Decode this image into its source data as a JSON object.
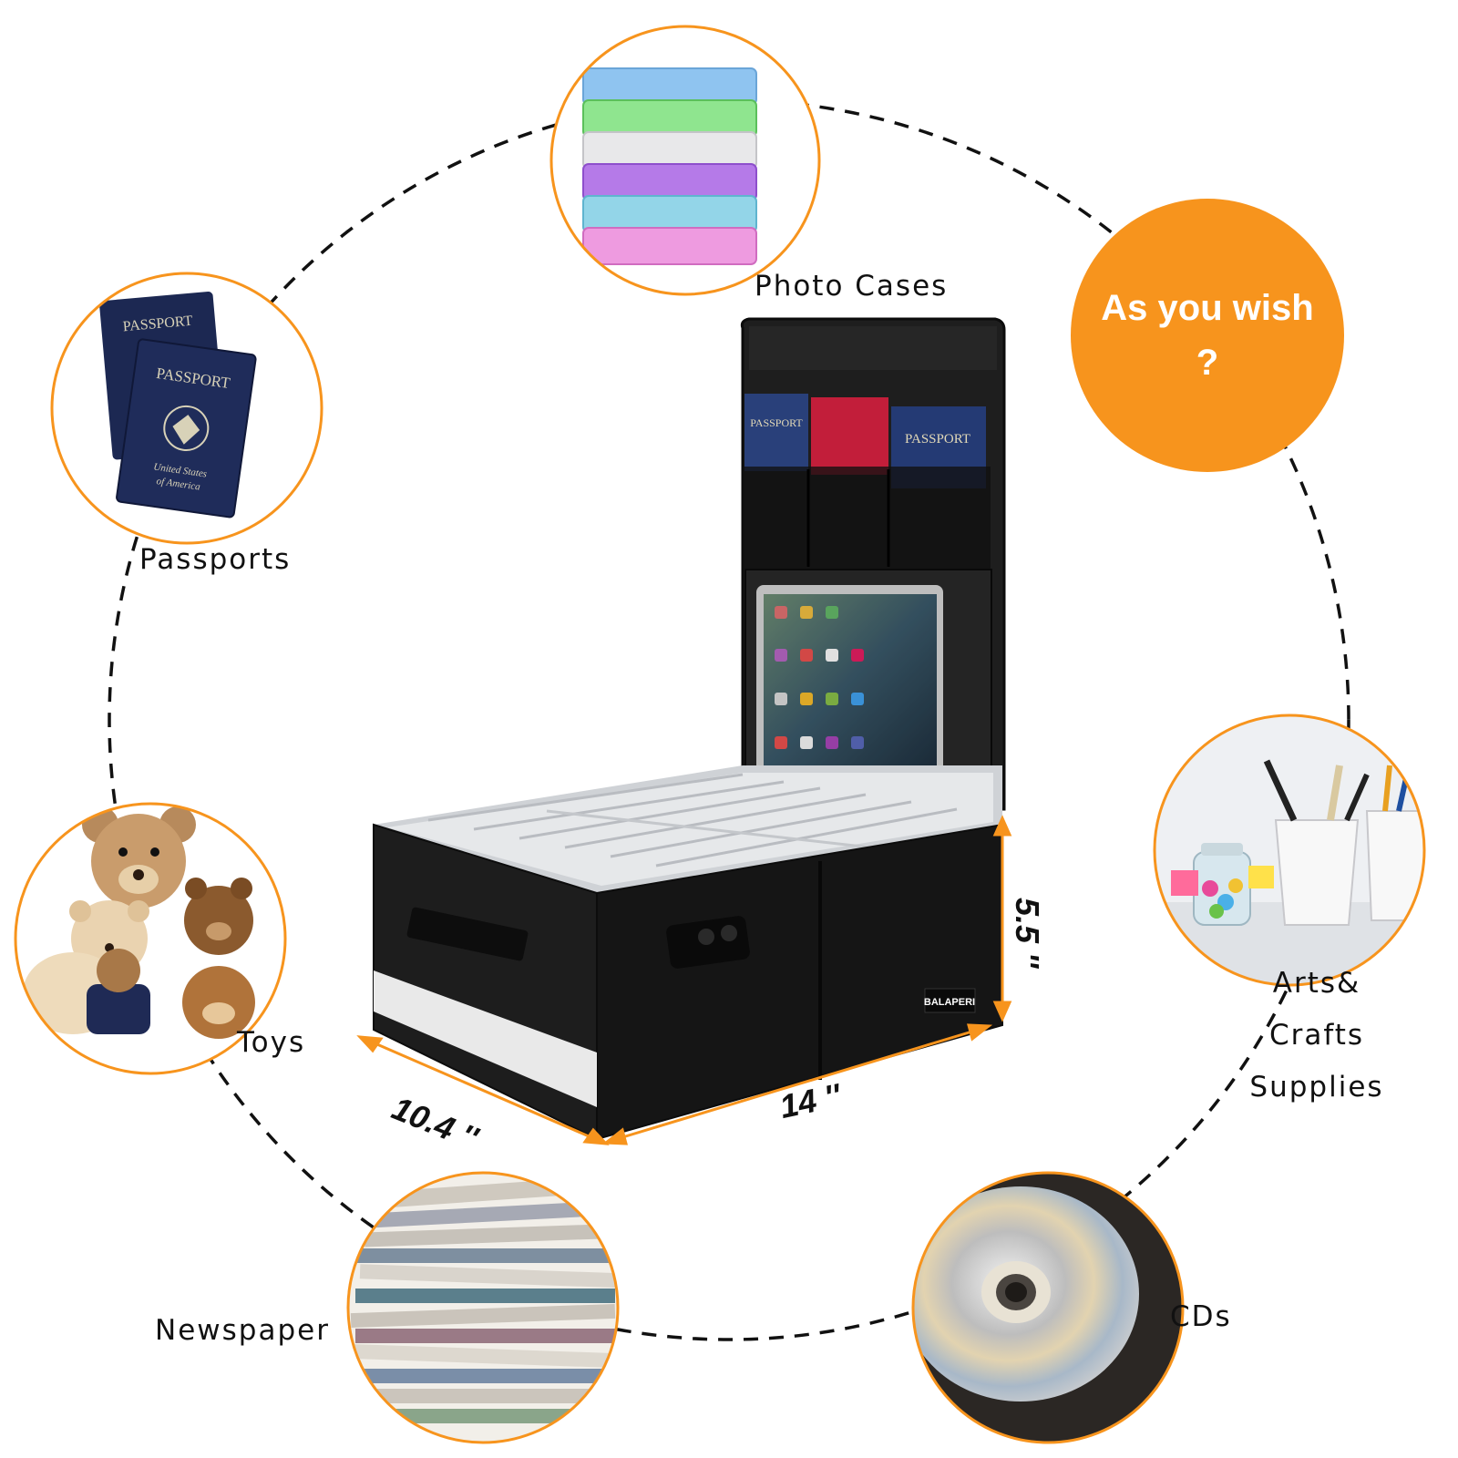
{
  "colors": {
    "accent": "#f7941d",
    "ring": "#111111",
    "bag": "#1c1c1c"
  },
  "items": {
    "photo_cases": "Photo Cases",
    "passports": "Passports",
    "toys": "Toys",
    "newspaper": "Newspaper",
    "cds": "CDs",
    "arts_line1": "Arts&",
    "arts_line2": "Crafts",
    "arts_line3": "Supplies"
  },
  "wish": {
    "line1": "As you wish",
    "line2": "?"
  },
  "dimensions": {
    "depth": "10.4 ''",
    "width": "14 ''",
    "height": "5.5 ''"
  },
  "product": {
    "brand": "BALAPERI",
    "passport_text": "PASSPORT",
    "passport_sub1": "United States",
    "passport_sub2": "of America"
  }
}
